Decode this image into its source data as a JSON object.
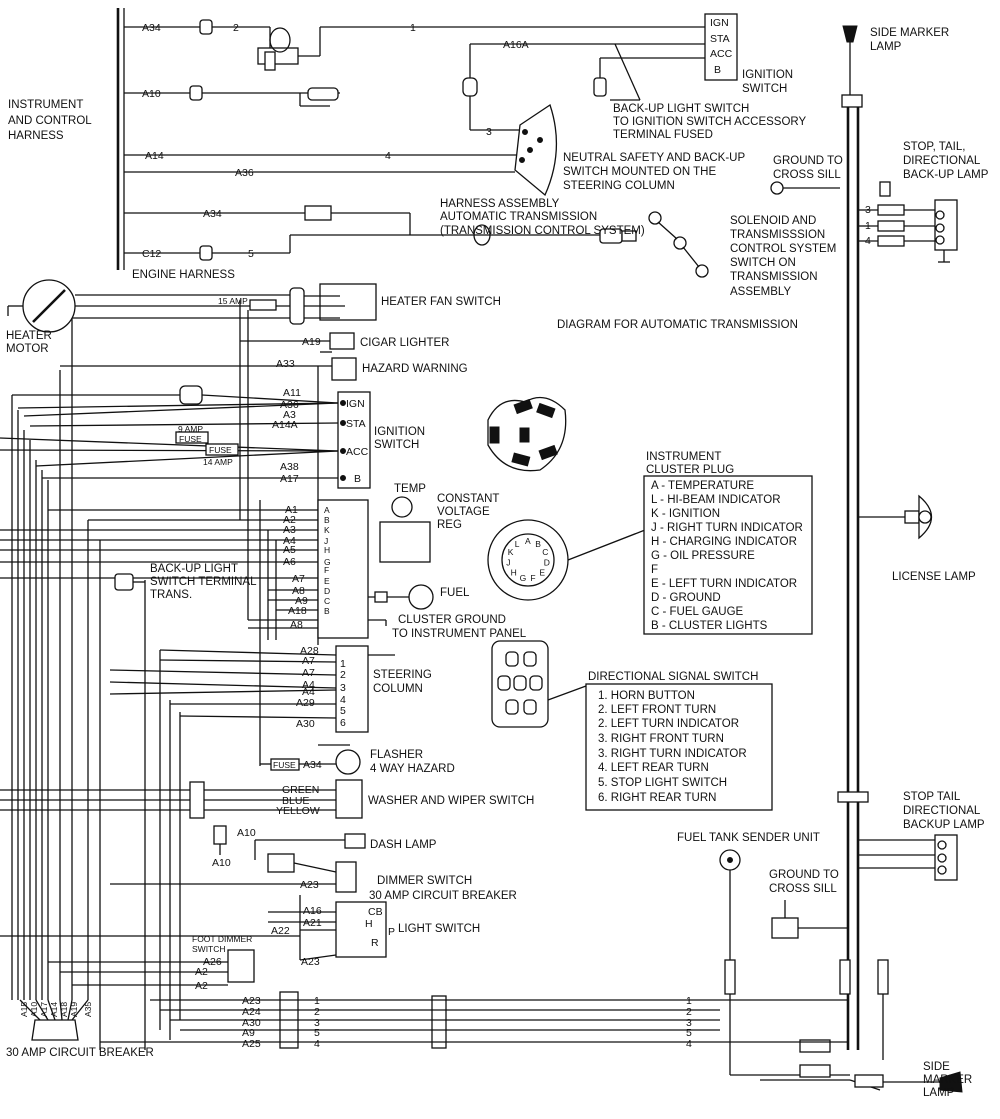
{
  "ignition_top": {
    "terminals": [
      "IGN",
      "STA",
      "ACC",
      "B"
    ],
    "title": "IGNITION SWITCH",
    "wire_A16A": "A16A",
    "wire_1": "1"
  },
  "harness": {
    "instrument": "INSTRUMENT AND CONTROL HARNESS",
    "engine": "ENGINE HARNESS",
    "wires": [
      "A34",
      "A10",
      "A14",
      "A36",
      "A34",
      "C12"
    ],
    "numbers": [
      "2",
      "3",
      "4",
      "5"
    ]
  },
  "top_notes": {
    "backup_switch": "BACK-UP LIGHT SWITCH TO IGNITION SWITCH ACCESSORY TERMINAL FUSED",
    "neutral_safety": "NEUTRAL SAFETY AND BACK-UP SWITCH MOUNTED ON THE STEERING COLUMN",
    "harness_assembly": "HARNESS ASSEMBLY AUTOMATIC TRANSMISSION (TRANSMISSION CONTROL SYSTEM)",
    "solenoid": "SOLENOID AND TRANSMISSSION CONTROL SYSTEM SWITCH ON TRANSMISSION ASSEMBLY",
    "diagram_for": "DIAGRAM FOR AUTOMATIC TRANSMISSION"
  },
  "right_rear": {
    "side_marker_top": "SIDE MARKER LAMP",
    "ground_cross_sill_top": "GROUND TO CROSS SILL",
    "stop_tail_top": "STOP, TAIL, DIRECTIONAL BACK-UP LAMP",
    "stop_tail_pins": [
      "3",
      "1",
      "4"
    ],
    "license_lamp": "LICENSE LAMP",
    "stop_tail_bottom": "STOP TAIL DIRECTIONAL BACKUP LAMP",
    "fuel_tank": "FUEL TANK SENDER UNIT",
    "ground_cross_sill_bottom": "GROUND TO CROSS SILL",
    "side_marker_bottom": "SIDE MARKER LAMP"
  },
  "left_components": {
    "heater_motor": "HEATER MOTOR",
    "heater_fan_switch": "HEATER FAN SWITCH",
    "fuse_15amp": "15 AMP",
    "fuse_label": "FUSE",
    "cigar_lighter": "CIGAR LIGHTER",
    "hazard_warning": "HAZARD WARNING",
    "ignition_switch": "IGNITION SWITCH",
    "ign_terminals": [
      "IGN",
      "STA",
      "ACC",
      "B"
    ],
    "fuse_9amp": "9 AMP",
    "fuse_14amp": "14 AMP",
    "temp": "TEMP",
    "constant_voltage": "CONSTANT VOLTAGE REG",
    "fuel": "FUEL",
    "cluster_ground": "CLUSTER GROUND TO INSTRUMENT PANEL",
    "backup_light_switch": "BACK-UP LIGHT SWITCH TERMINAL TRANS.",
    "steering_column": "STEERING COLUMN",
    "flasher": "FLASHER 4 WAY HAZARD",
    "washer_wiper": "WASHER AND WIPER SWITCH",
    "dash_lamp": "DASH LAMP",
    "dimmer_switch": "DIMMER SWITCH",
    "circuit_breaker_30": "30 AMP CIRCUIT BREAKER",
    "light_switch": "LIGHT SWITCH",
    "foot_dimmer": "FOOT DIMMER SWITCH",
    "breaker_bottom": "30 AMP CIRCUIT BREAKER",
    "light_switch_terms": [
      "CB",
      "H",
      "P",
      "R"
    ]
  },
  "wire_labels": {
    "ign_group": [
      "A19",
      "A33",
      "A11",
      "A36",
      "A3",
      "A14A",
      "A38",
      "A17"
    ],
    "cluster_group": [
      "A1",
      "A2",
      "A3",
      "A4",
      "A5",
      "A6",
      "A7",
      "A8",
      "A9",
      "A18",
      "A8"
    ],
    "cluster_pins": [
      "A",
      "B",
      "K",
      "J",
      "H",
      "G",
      "F",
      "E",
      "D",
      "C",
      "B"
    ],
    "steering_group": [
      "A28",
      "A7",
      "A7",
      "A4",
      "A4",
      "A29",
      "A30"
    ],
    "steering_pins": [
      "1",
      "2",
      "3",
      "4",
      "5",
      "6"
    ],
    "wiper_wires": [
      "GREEN",
      "BLUE",
      "YELLOW"
    ],
    "light_group": [
      "A10",
      "A10",
      "A23",
      "A16",
      "A21",
      "A22",
      "A23",
      "A26",
      "A2",
      "A2"
    ],
    "flasher_wire": "A34",
    "bottom_wires": [
      "A23",
      "A24",
      "A30",
      "A9",
      "A25"
    ],
    "bottom_pins_left": [
      "1",
      "2",
      "3",
      "5",
      "4"
    ],
    "bottom_pins_right": [
      "1",
      "2",
      "3",
      "5",
      "4"
    ],
    "breaker_wires": [
      "A15",
      "A10",
      "A17",
      "A14",
      "A18",
      "A19",
      "A35"
    ]
  },
  "cluster_plug": {
    "title": "INSTRUMENT CLUSTER PLUG",
    "items": [
      "A - TEMPERATURE",
      "L - HI-BEAM INDICATOR",
      "K - IGNITION",
      "J - RIGHT TURN INDICATOR",
      "H - CHARGING INDICATOR",
      "G - OIL PRESSURE",
      "F",
      "E - LEFT TURN INDICATOR",
      "D - GROUND",
      "C - FUEL GAUGE",
      "B - CLUSTER LIGHTS"
    ],
    "pin_letters": [
      "A",
      "B",
      "C",
      "D",
      "E",
      "F",
      "G",
      "H",
      "J",
      "K",
      "L"
    ]
  },
  "directional_switch": {
    "title": "DIRECTIONAL SIGNAL SWITCH",
    "items": [
      "1.  HORN BUTTON",
      "2.  LEFT FRONT TURN",
      "2.  LEFT TURN INDICATOR",
      "3.  RIGHT FRONT TURN",
      "3.  RIGHT TURN INDICATOR",
      "4.  LEFT REAR TURN",
      "5.  STOP LIGHT SWITCH",
      "6.  RIGHT REAR TURN"
    ]
  }
}
